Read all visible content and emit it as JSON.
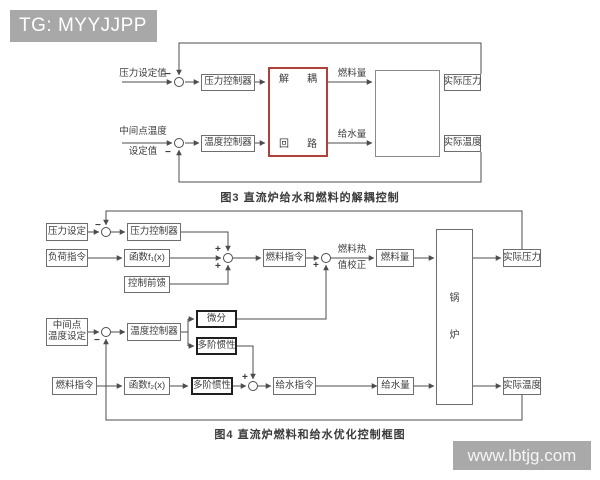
{
  "badge": {
    "text": "TG: MYYJJPP"
  },
  "watermark": {
    "text": "www.lbtjg.com"
  },
  "colors": {
    "accent_red": "#b0413a",
    "badge_gray": "#a8a8a8",
    "line": "#4d4d4d"
  },
  "fig3": {
    "caption": "图3  直流炉给水和燃料的解耦控制",
    "pressure_setpoint": "压力设定值",
    "midpoint_temp_line1": "中间点温度",
    "midpoint_temp_line2": "设定值",
    "pressure_controller": "压力控制器",
    "temp_controller": "温度控制器",
    "decouple_top_left": "解",
    "decouple_top_right": "耦",
    "decouple_bottom_left": "回",
    "decouple_bottom_right": "路",
    "fuel_flow": "燃料量",
    "feedwater_flow": "给水量",
    "actual_pressure": "实际压力",
    "actual_temperature": "实际温度",
    "minus_pressure": "−",
    "minus_temperature": "−"
  },
  "fig4": {
    "caption": "图4  直流炉燃料和给水优化控制框图",
    "pressure_set": "压力设定",
    "load_command": "负荷指令",
    "pressure_controller": "压力控制器",
    "function1": "函数f₁(x)",
    "control_feedforward": "控制前馈",
    "fuel_command": "燃料指令",
    "heat_value_corr_line1": "燃料热",
    "heat_value_corr_line2": "值校正",
    "fuel_flow": "燃料量",
    "boiler_char1": "锅",
    "boiler_char2": "炉",
    "actual_pressure": "实际压力",
    "midpoint_line1": "中间点",
    "midpoint_line2": "温度设定",
    "temp_controller": "温度控制器",
    "derivative": "微分",
    "multi_order_inertia_a": "多阶惯性",
    "fuel_command2": "燃料指令",
    "function2": "函数f₂(x)",
    "multi_order_inertia_b": "多阶惯性",
    "feedwater_command": "给水指令",
    "feedwater_flow": "给水量",
    "actual_temperature": "实际温度",
    "minus_pressure": "−",
    "plus_b_top": "+",
    "plus_b_bottom": "+",
    "plus_c": "+",
    "minus_temp": "−",
    "plus_e": "+"
  }
}
